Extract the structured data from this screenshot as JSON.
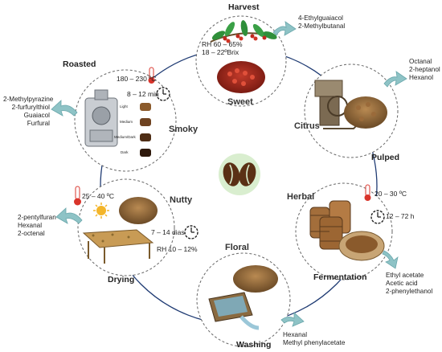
{
  "stages": {
    "harvest": "Harvest",
    "pulped": "Pulped",
    "fermentation": "Fermentation",
    "washing": "Washing",
    "drying": "Drying",
    "roasted": "Roasted"
  },
  "flavors": {
    "sweet": "Sweet",
    "citrus": "Citrus",
    "herbal": "Herbal",
    "floral": "Floral",
    "nutty": "Nutty",
    "smoky": "Smoky"
  },
  "conditions": {
    "harvest_rh": "RH 60 – 65%",
    "harvest_brix": "18 – 22ºBrix",
    "fermentation_temp": "20 – 30 ºC",
    "fermentation_time": "12 – 72 h",
    "drying_temp": "25 – 40 ºC",
    "drying_days": "7 – 14 dias",
    "drying_rh": "RH 10 – 12%",
    "roasted_temp": "180 – 230 ºC",
    "roasted_time": "8 – 12 min"
  },
  "compounds": {
    "harvest": [
      "4-Ethylguaiacol",
      "2-Methylbutanal"
    ],
    "pulped": [
      "Octanal",
      "2-heptanol",
      "Hexanol"
    ],
    "fermentation": [
      "Ethyl acetate",
      "Acetic acid",
      "2-phenylethanol"
    ],
    "washing": [
      "Hexanal",
      "Methyl phenylacetate"
    ],
    "drying": [
      "2-pentylfuran",
      "Hexanal",
      "2-octenal"
    ],
    "roasted": [
      "2-Methylpyrazine",
      "2-furfurylthiol",
      "Guaiacol",
      "Furfural"
    ]
  },
  "roast_levels": [
    "Light",
    "Medium",
    "Medium/Dark",
    "Dark"
  ],
  "colors": {
    "arrow": "#8ec3c6",
    "cycle_line": "#1f3b73",
    "center_circle": "#d9eecf",
    "bean": "#5a3015",
    "thermometer": "#d9342b"
  }
}
